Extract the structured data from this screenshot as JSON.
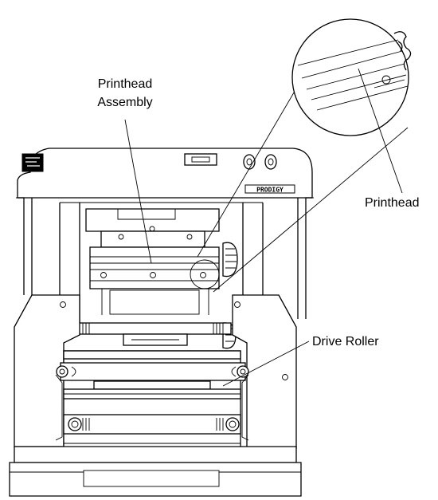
{
  "figure": {
    "labels": {
      "printhead_assembly_line1": "Printhead",
      "printhead_assembly_line2": "Assembly",
      "printhead": "Printhead",
      "drive_roller": "Drive Roller"
    },
    "brand_text": "PRODIGY",
    "line_color": "#000000",
    "background": "#ffffff"
  }
}
